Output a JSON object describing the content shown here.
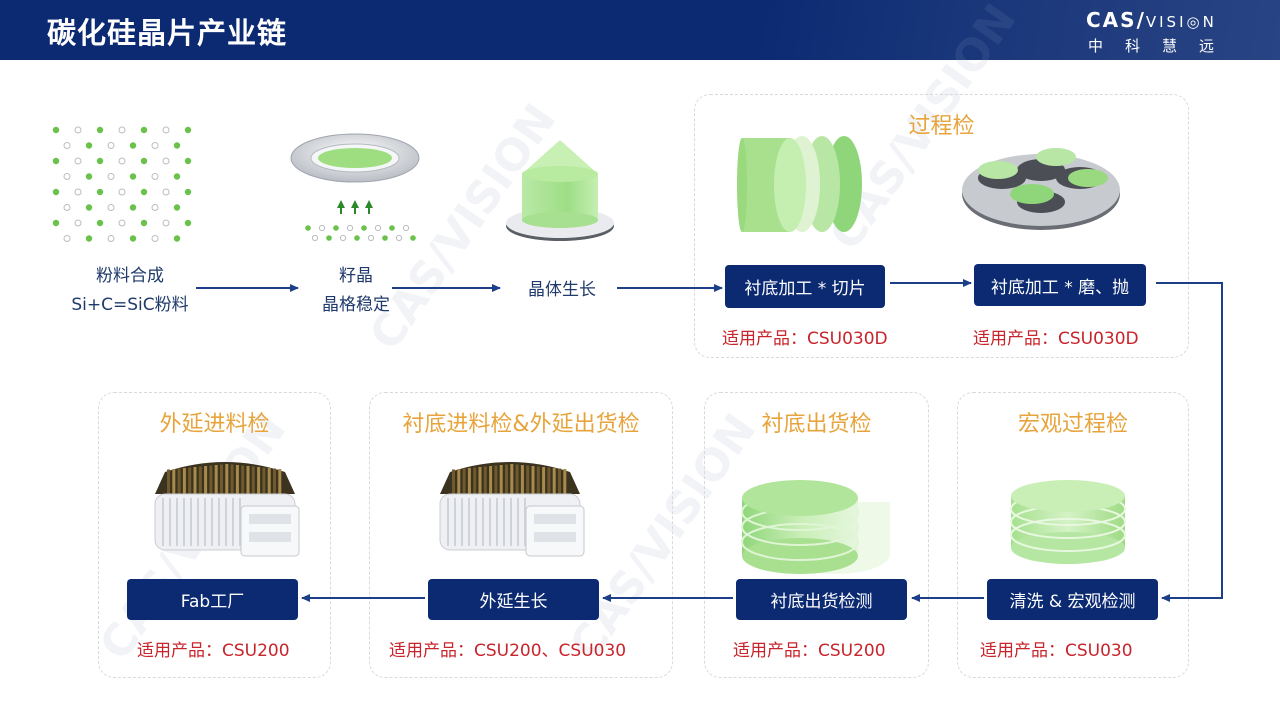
{
  "header": {
    "title": "碳化硅晶片产业链"
  },
  "logo": {
    "brand_bold": "CAS",
    "brand_slash": "/",
    "brand_thin": "VISI",
    "brand_o": "◎",
    "brand_end": "N",
    "brand_cn": "中科慧远"
  },
  "watermark_text": "CAS/VISION",
  "top_flow": {
    "powder": {
      "line1": "粉料合成",
      "line2": "Si+C=SiC粉料"
    },
    "seed": {
      "line1": "籽晶",
      "line2": "晶格稳定"
    },
    "crystal": {
      "line1": "晶体生长"
    }
  },
  "process_group": {
    "title": "过程检",
    "cut": {
      "label": "衬底加工 * 切片",
      "product": "适用产品：CSU030D"
    },
    "polish": {
      "label": "衬底加工 * 磨、抛",
      "product": "适用产品：CSU030D"
    }
  },
  "bottom_groups": {
    "macro": {
      "title": "宏观过程检",
      "label": "清洗 & 宏观检测",
      "product": "适用产品：CSU030"
    },
    "outgoing": {
      "title": "衬底出货检",
      "label": "衬底出货检测",
      "product": "适用产品：CSU200"
    },
    "incoming": {
      "title": "衬底进料检&外延出货检",
      "label": "外延生长",
      "product": "适用产品：CSU200、CSU030"
    },
    "epi": {
      "title": "外延进料检",
      "label": "Fab工厂",
      "product": "适用产品：CSU200"
    }
  },
  "colors": {
    "navy": "#0b2a72",
    "accent_gold": "#e7a43c",
    "product_red": "#c8242b",
    "wafer_green": "#8fd67a"
  }
}
